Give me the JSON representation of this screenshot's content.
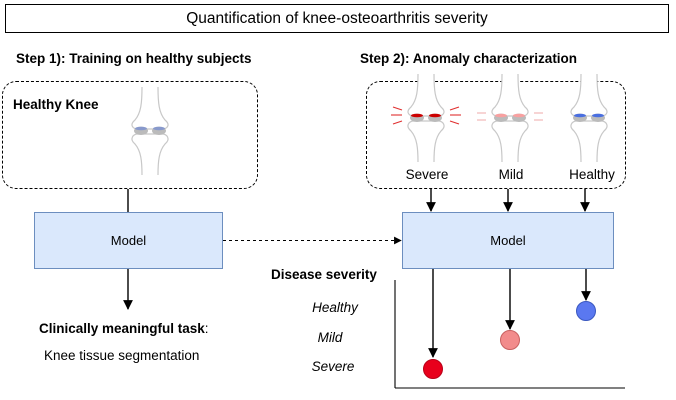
{
  "title": "Quantification of knee-osteoarthritis severity",
  "step1": {
    "label": "Step 1): Training on healthy subjects",
    "box_label": "Healthy Knee",
    "model_label": "Model",
    "task_title": "Clinically meaningful task",
    "task_colon": ":",
    "task_value": "Knee tissue segmentation"
  },
  "step2": {
    "label": "Step 2): Anomaly characterization",
    "knees": [
      {
        "label": "Severe",
        "color": "#cc0000"
      },
      {
        "label": "Mild",
        "color": "#f8a0a0"
      },
      {
        "label": "Healthy",
        "color": "#4a6fe0"
      }
    ],
    "model_label": "Model",
    "severity_title": "Disease severity",
    "severity_levels": [
      "Healthy",
      "Mild",
      "Severe"
    ],
    "outputs": [
      {
        "level": "Severe",
        "color": "#e8001c"
      },
      {
        "level": "Mild",
        "color": "#f28b8b"
      },
      {
        "level": "Healthy",
        "color": "#5a78f0"
      }
    ]
  },
  "colors": {
    "model_fill": "#dae8fc",
    "model_stroke": "#6c8ebf",
    "healthy_meniscus": "#8899cc"
  },
  "icons": [
    "knee-joint-icon"
  ]
}
